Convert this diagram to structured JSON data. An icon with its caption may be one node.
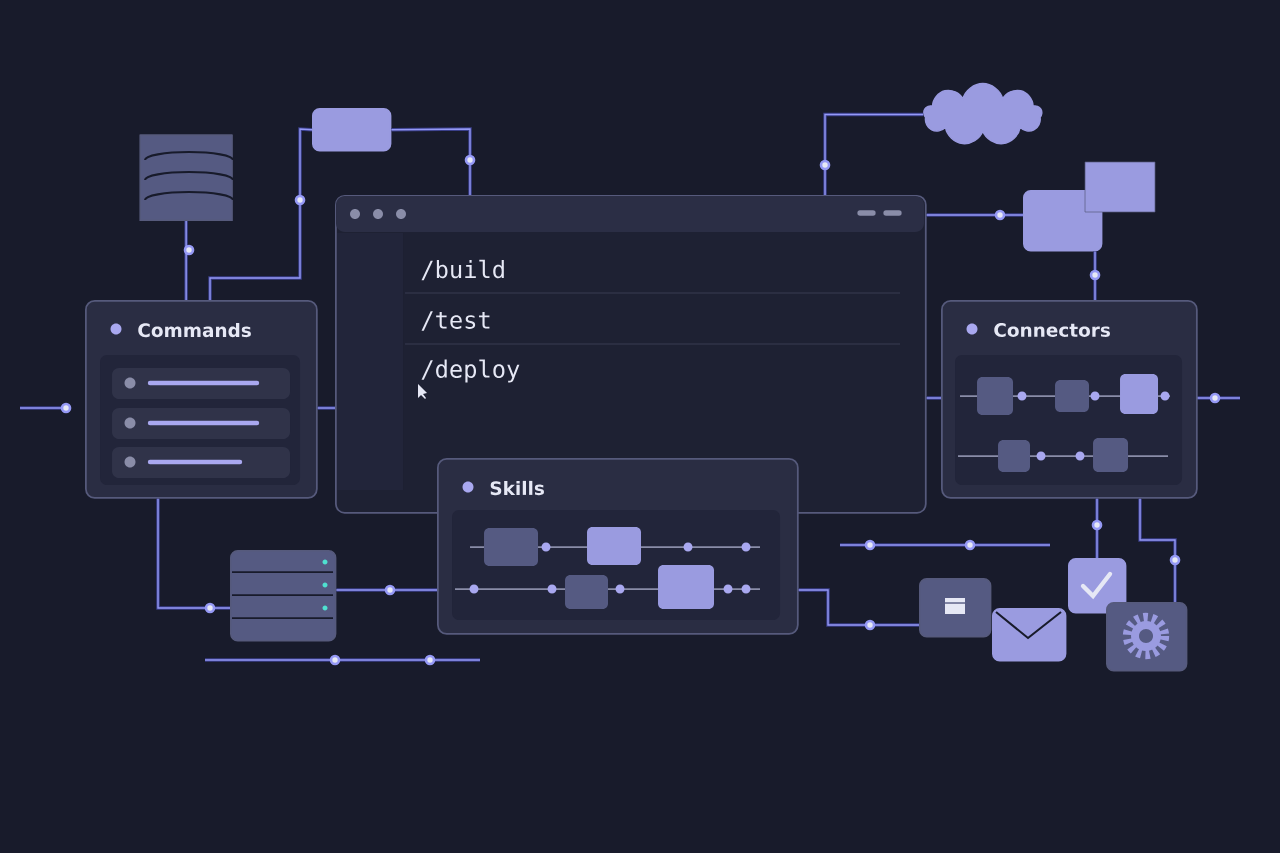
{
  "diagram": {
    "nodes": [
      {
        "text": [
          "/build",
          "/test",
          "/deploy"
        ]
      },
      {
        "text": [
          "Commands"
        ]
      },
      {
        "text": [
          "Skills"
        ]
      },
      {
        "text": [
          "Connectors"
        ]
      },
      {
        "text": [],
        "shape": "cylinder"
      },
      {
        "text": [],
        "shape": "box"
      },
      {
        "text": [],
        "shape": "cloud"
      },
      {
        "text": [],
        "shape": "box"
      },
      {
        "text": [],
        "shape": "box"
      },
      {
        "text": [],
        "shape": "box"
      },
      {
        "text": [],
        "shape": "box"
      },
      {
        "text": [],
        "shape": "box"
      },
      {
        "text": [],
        "shape": "box"
      }
    ],
    "edges": [
      {
        "from": 4,
        "to": 1,
        "arrow": "none"
      },
      {
        "from": 5,
        "to": 1,
        "arrow": "none"
      },
      {
        "from": 5,
        "to": 0,
        "arrow": "none"
      },
      {
        "from": 6,
        "to": 0,
        "arrow": "none"
      },
      {
        "from": 0,
        "to": 7,
        "arrow": "none"
      },
      {
        "from": 7,
        "to": 3,
        "arrow": "none"
      },
      {
        "from": 1,
        "to": 0,
        "arrow": "none"
      },
      {
        "from": 0,
        "to": 3,
        "arrow": "none"
      },
      {
        "from": 1,
        "to": 8,
        "arrow": "none"
      },
      {
        "from": 8,
        "to": 2,
        "arrow": "none"
      },
      {
        "from": 2,
        "to": 9,
        "arrow": "none"
      },
      {
        "from": 3,
        "to": 11,
        "arrow": "none"
      },
      {
        "from": 3,
        "to": 12,
        "arrow": "none"
      }
    ]
  }
}
